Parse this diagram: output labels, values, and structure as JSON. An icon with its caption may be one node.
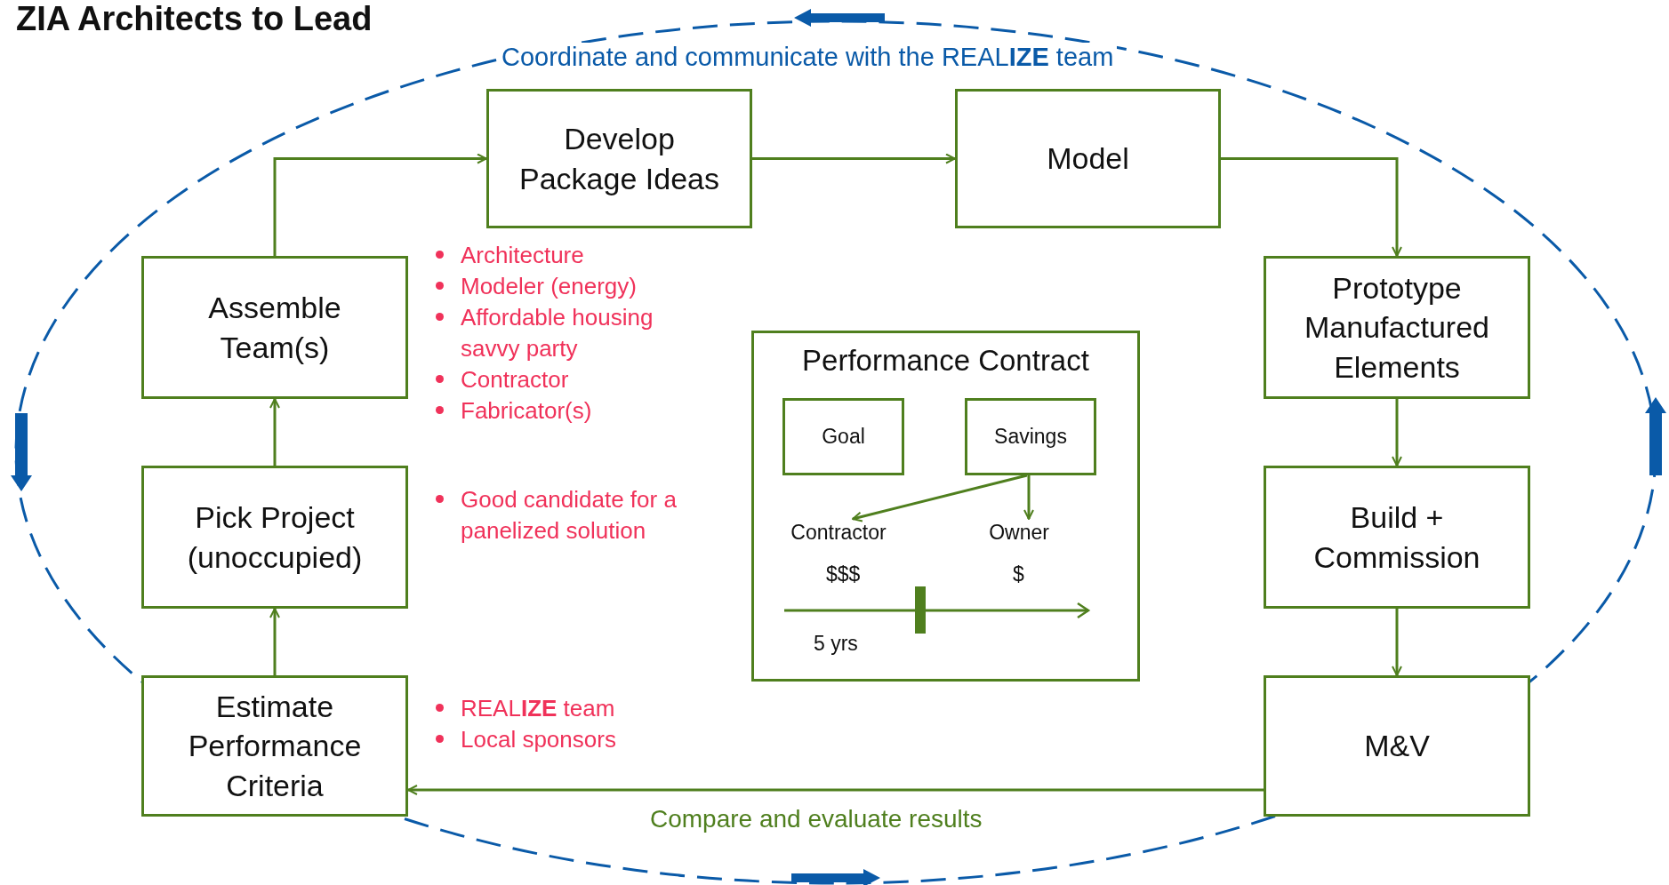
{
  "diagram": {
    "title": "ZIA Architects to Lead",
    "nodes": [
      {
        "text": [
          "Assemble Team(s)"
        ]
      },
      {
        "text": [
          "Develop Package Ideas"
        ]
      },
      {
        "text": [
          "Model"
        ]
      },
      {
        "text": [
          "Prototype Manufactured Elements"
        ]
      },
      {
        "text": [
          "Build + Commission"
        ]
      },
      {
        "text": [
          "M&V"
        ]
      },
      {
        "text": [
          "Estimate Performance Criteria"
        ]
      },
      {
        "text": [
          "Pick Project (unoccupied)"
        ]
      },
      {
        "text": [
          "Performance Contract"
        ]
      },
      {
        "text": [
          "Goal"
        ],
        "in": 8
      },
      {
        "text": [
          "Savings"
        ],
        "in": 8
      },
      {
        "text": [
          "Contractor"
        ],
        "in": 8
      },
      {
        "text": [
          "Owner"
        ],
        "in": 8
      }
    ],
    "edges": [
      {
        "from": 7,
        "to": 0,
        "arrow": "to"
      },
      {
        "from": 6,
        "to": 7,
        "arrow": "to"
      },
      {
        "from": 0,
        "to": 1,
        "arrow": "to"
      },
      {
        "from": 1,
        "to": 2,
        "arrow": "to"
      },
      {
        "from": 2,
        "to": 3,
        "arrow": "to"
      },
      {
        "from": 3,
        "to": 4,
        "arrow": "to"
      },
      {
        "from": 4,
        "to": 5,
        "arrow": "to"
      },
      {
        "from": 5,
        "to": 6,
        "arrow": "to",
        "label": "Compare and evaluate results"
      },
      {
        "from": 10,
        "to": 11,
        "arrow": "to"
      },
      {
        "from": 10,
        "to": 12,
        "arrow": "to"
      }
    ],
    "labels": [
      "Coordinate and communicate with the REAL**IZE** team",
      "Architecture",
      "Modeler (energy)",
      "Affordable housing savvy party",
      "Contractor",
      "Fabricator(s)",
      "Good candidate for a panelized solution",
      "$$$",
      "$",
      "5 yrs",
      "REAL**IZE** team",
      "Local sponsors"
    ]
  }
}
